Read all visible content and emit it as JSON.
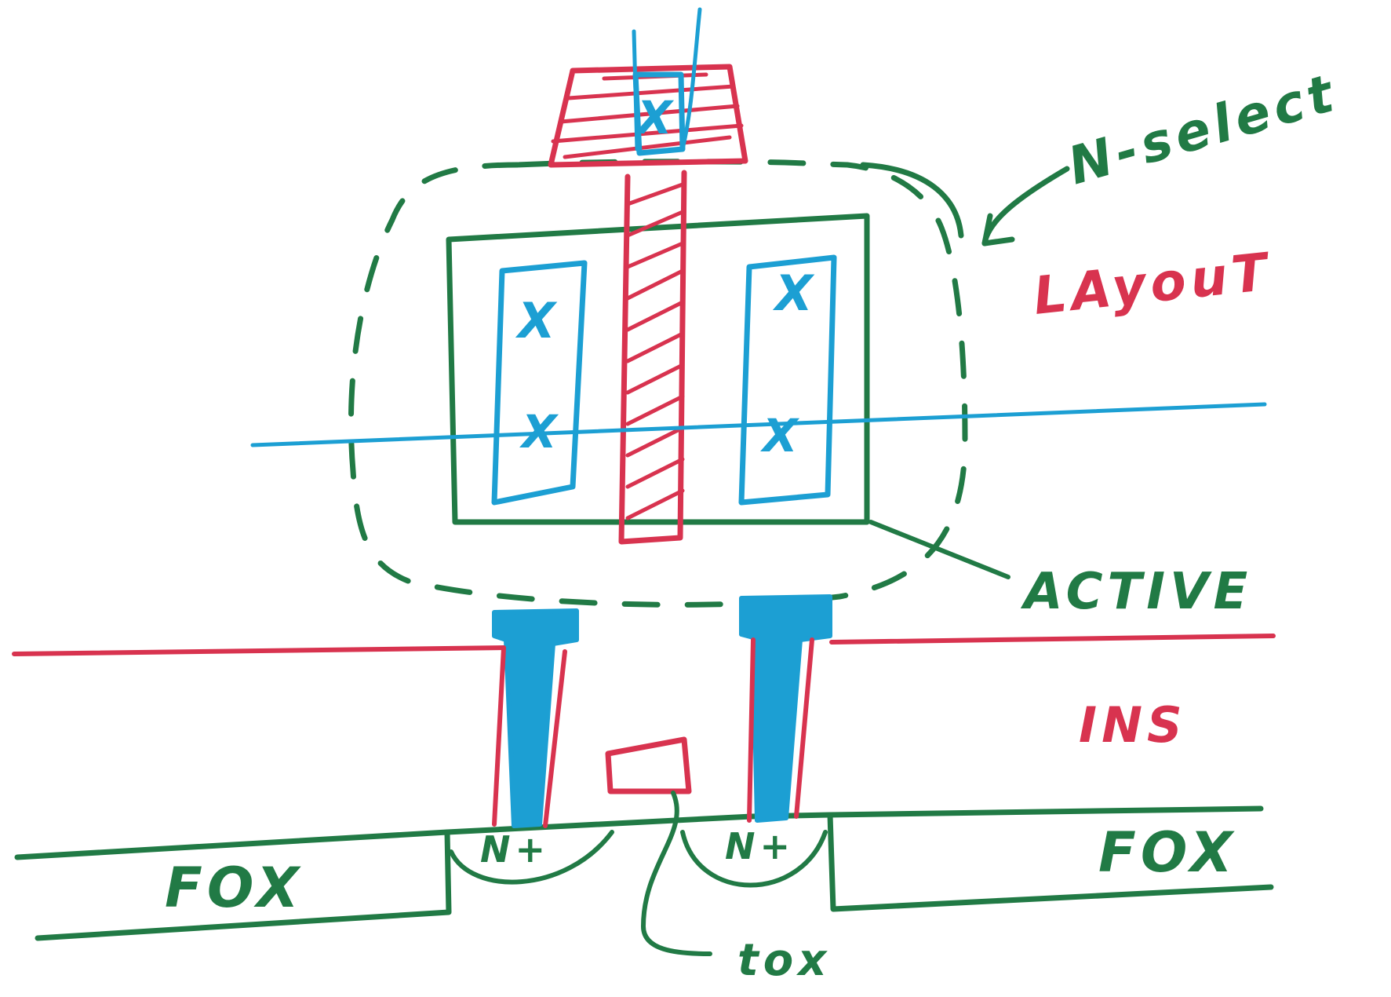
{
  "colors": {
    "green": "#217a45",
    "red": "#d8334f",
    "blue": "#1c9fd3",
    "paper": "#ffffff"
  },
  "labels": {
    "n_select": "N-select",
    "layout": "LAyouT",
    "active": "ACTIVE",
    "ins": "INS",
    "fox_left": "FOX",
    "fox_right": "FOX",
    "n_plus_left": "N+",
    "n_plus_right": "N+",
    "tox": "tox"
  },
  "contact_marks": [
    "X",
    "X",
    "X",
    "X",
    "X"
  ]
}
